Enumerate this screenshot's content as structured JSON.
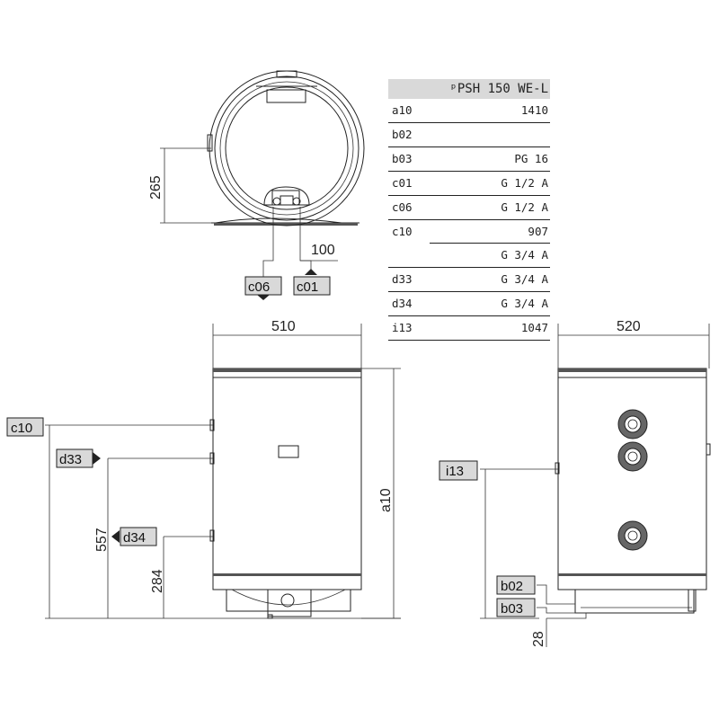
{
  "table": {
    "header": "ᵖPSH 150 WE-L",
    "rows": [
      {
        "key": "a10",
        "value": "1410"
      },
      {
        "key": "b02",
        "value": ""
      },
      {
        "key": "b03",
        "value": "PG 16"
      },
      {
        "key": "c01",
        "value": "G 1/2 A"
      },
      {
        "key": "c06",
        "value": "G 1/2 A"
      },
      {
        "key": "c10",
        "value": "907"
      },
      {
        "key": "",
        "value": "G 3/4 A"
      },
      {
        "key": "d33",
        "value": "G 3/4 A"
      },
      {
        "key": "d34",
        "value": "G 3/4 A"
      },
      {
        "key": "i13",
        "value": "1047"
      }
    ]
  },
  "dims": {
    "top_height": "265",
    "top_offset": "100",
    "front_width": "510",
    "front_height": "a10",
    "front_557": "557",
    "front_284": "284",
    "side_width": "520",
    "side_28": "28"
  },
  "tags": {
    "c06": "c06",
    "c01": "c01",
    "c10": "c10",
    "d33": "d33",
    "d34": "d34",
    "i13": "i13",
    "b02": "b02",
    "b03": "b03"
  }
}
